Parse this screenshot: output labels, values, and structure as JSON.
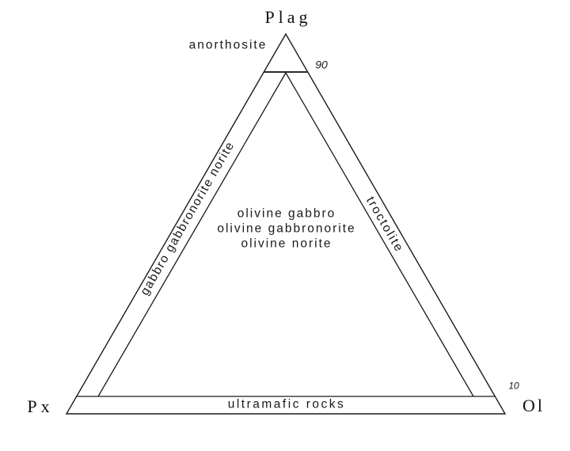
{
  "diagram": {
    "type": "ternary-classification",
    "apexes": {
      "top": "Plag",
      "bottom_left": "Px",
      "bottom_right": "Ol"
    },
    "ticks": {
      "plag90": "90",
      "plag10": "10"
    },
    "fields": {
      "anorthosite": "anorthosite",
      "left_band": "gabbro gabbronorite norite",
      "right_band": "troctolite",
      "center_line1": "olivine gabbro",
      "center_line2": "olivine gabbronorite",
      "center_line3": "olivine norite",
      "bottom_band": "ultramafic rocks"
    },
    "colors": {
      "background": "#ffffff",
      "line": "#1a1a1a",
      "text": "#1a1a1a"
    }
  }
}
